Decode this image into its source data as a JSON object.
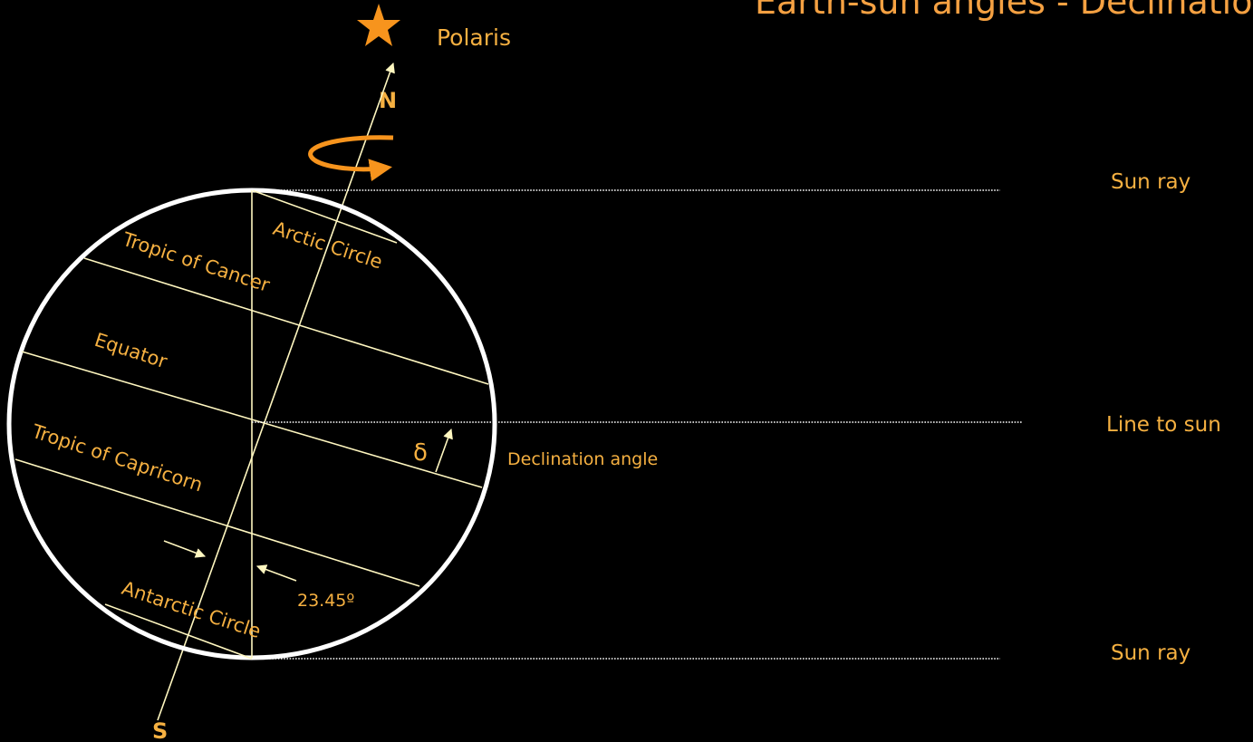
{
  "title": "Earth-sun angles - Declination",
  "labels": {
    "polaris": "Polaris",
    "north": "N",
    "south": "S",
    "sun_ray_top": "Sun ray",
    "line_to_sun": "Line to sun",
    "sun_ray_bottom": "Sun ray",
    "arctic_circle": "Arctic Circle",
    "tropic_of_cancer": "Tropic of Cancer",
    "equator": "Equator",
    "tropic_of_capricorn": "Tropic of Capricorn",
    "antarctic_circle": "Antarctic Circle",
    "declination_symbol": "δ",
    "declination_angle": "Declination angle",
    "tilt_angle": "23.45º"
  },
  "colors": {
    "background": "#000000",
    "label_orange": "#f5b041",
    "line_yellow": "#fff7c0",
    "star": "#f7941d",
    "globe": "#ffffff"
  }
}
